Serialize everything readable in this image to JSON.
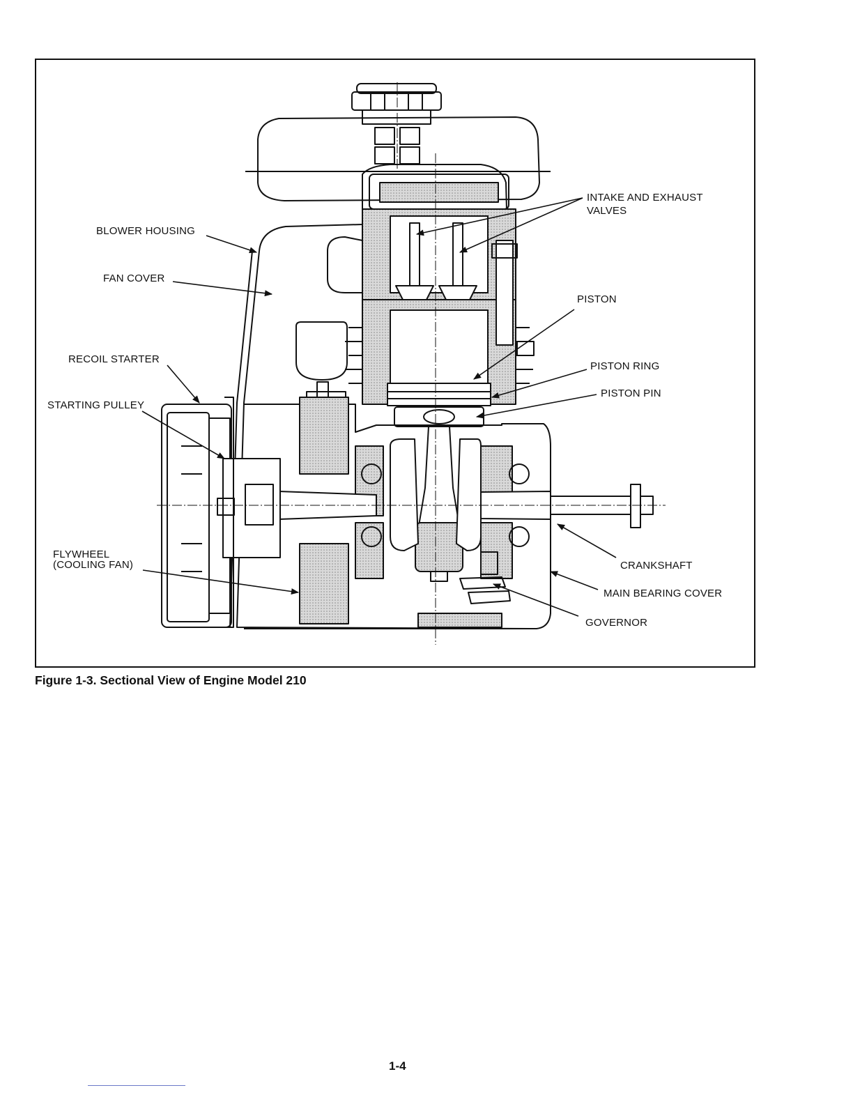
{
  "figure": {
    "caption": "Figure 1-3. Sectional View of Engine Model 210",
    "labels": {
      "blower_housing": "BLOWER HOUSING",
      "fan_cover": "FAN COVER",
      "recoil_starter": "RECOIL STARTER",
      "starting_pulley": "STARTING PULLEY",
      "flywheel_line1": "FLYWHEEL",
      "flywheel_line2": "(COOLING FAN)",
      "valves_line1": "INTAKE AND EXHAUST",
      "valves_line2": "VALVES",
      "piston": "PISTON",
      "piston_ring": "PISTON RING",
      "piston_pin": "PISTON PIN",
      "crankshaft": "CRANKSHAFT",
      "main_bearing_cover": "MAIN BEARING COVER",
      "governor": "GOVERNOR"
    }
  },
  "page": {
    "number": "1-4"
  },
  "colors": {
    "ink": "#111111",
    "shade": "#c8c8c8",
    "footer_rule": "#6a78c8"
  }
}
